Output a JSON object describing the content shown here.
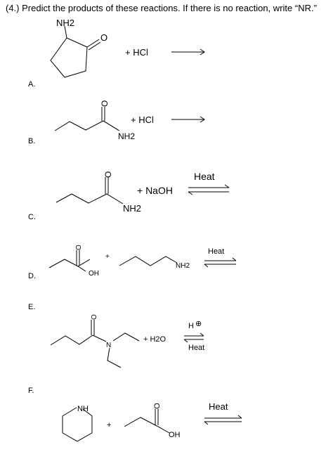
{
  "header": {
    "text": "(4.) Predict the products of these reactions. If there is no reaction, write “NR.”"
  },
  "problems": {
    "a": {
      "letter": "A.",
      "reagent": "+ HCl",
      "nh2": "NH2"
    },
    "b": {
      "letter": "B.",
      "reagent": "+ HCl",
      "nh2": "NH2"
    },
    "c": {
      "letter": "C.",
      "reagent": "+ NaOH",
      "condition": "Heat",
      "nh2": "NH2"
    },
    "d": {
      "letter": "D.",
      "plus": "+",
      "oh": "OH",
      "nh2": "NH2",
      "condition": "Heat"
    },
    "e": {
      "letter": "E.",
      "n": "N",
      "reagent": "+ H2O",
      "catalyst": "H",
      "catalyst_charge": "⊕",
      "condition": "Heat"
    },
    "f": {
      "letter": "F.",
      "nh": "NH",
      "plus": "+",
      "oh": "OH",
      "condition": "Heat"
    }
  },
  "atom_labels": {
    "oxygen": "O"
  }
}
